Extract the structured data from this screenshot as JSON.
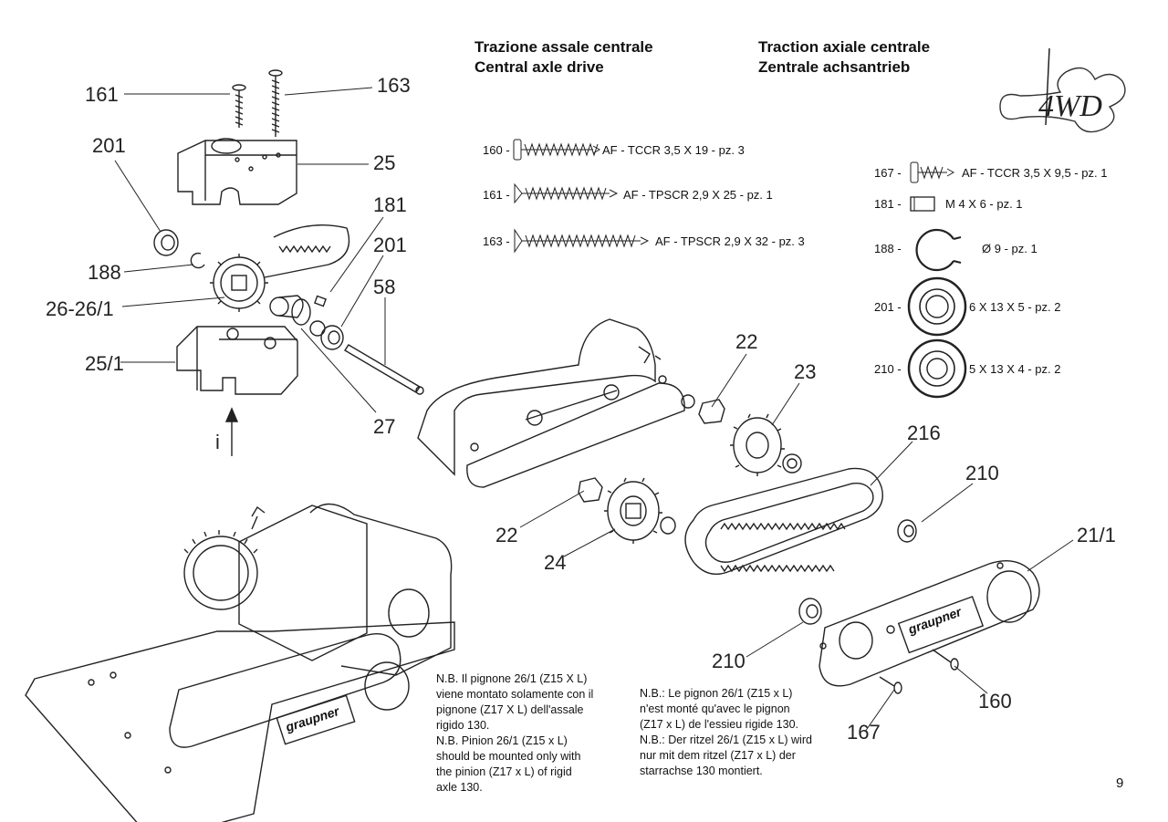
{
  "headings": {
    "it": "Trazione assale centrale",
    "en": "Central axle drive",
    "fr": "Traction axiale centrale",
    "de": "Zentrale achsantrieb"
  },
  "logo_text": "4WD",
  "brand_mark": "graupner",
  "hardware": [
    {
      "id": "160",
      "desc": "AF - TCCR 3,5 X 19 - pz. 3"
    },
    {
      "id": "161",
      "desc": "AF - TPSCR 2,9 X 25 - pz. 1"
    },
    {
      "id": "163",
      "desc": "AF - TPSCR 2,9 X 32 - pz. 3"
    },
    {
      "id": "167",
      "desc": "AF - TCCR 3,5 X 9,5 - pz. 1"
    },
    {
      "id": "181",
      "desc": "M 4 X 6 - pz. 1"
    },
    {
      "id": "188",
      "desc": "Ø 9 - pz. 1"
    },
    {
      "id": "201",
      "desc": "6 X 13 X 5 - pz. 2"
    },
    {
      "id": "210",
      "desc": "5 X 13 X 4 - pz. 2"
    }
  ],
  "callouts": [
    "161",
    "163",
    "201",
    "25",
    "181",
    "201",
    "58",
    "188",
    "26-26/1",
    "25/1",
    "27",
    "i",
    "22",
    "23",
    "216",
    "210",
    "22",
    "24",
    "21/1",
    "210",
    "160",
    "167"
  ],
  "notes": {
    "it_en": [
      "N.B. Il pignone 26/1 (Z15 X L)",
      "viene montato solamente con il",
      "pignone (Z17 X L) dell'assale",
      "rigido 130.",
      "N.B. Pinion 26/1 (Z15 x L)",
      "should be mounted only with",
      "the pinion  (Z17 x L) of rigid",
      "axle 130."
    ],
    "fr_de": [
      "N.B.: Le pignon  26/1 (Z15 x L)",
      "n'est monté qu'avec le pignon",
      "(Z17 x L) de l'essieu rigide 130.",
      "N.B.: Der ritzel 26/1 (Z15 x L) wird",
      "nur mit dem ritzel (Z17 x L) der",
      "starrachse 130 montiert."
    ]
  },
  "page_number": "9"
}
